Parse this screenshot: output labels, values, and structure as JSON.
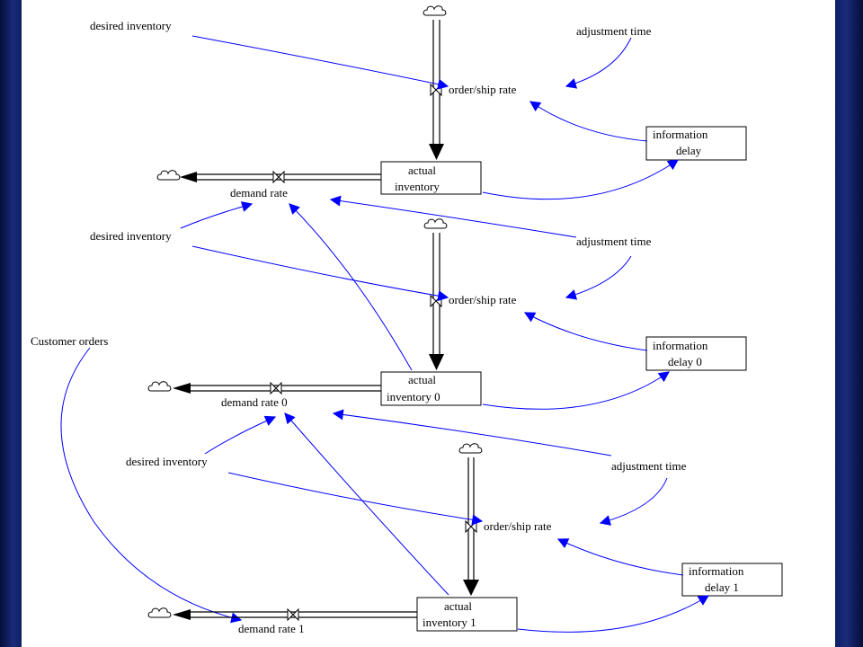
{
  "labels": {
    "desired_inventory_a": "desired inventory",
    "desired_inventory_b": "desired inventory",
    "desired_inventory_c": "desired inventory",
    "adjustment_time_a": "adjustment time",
    "adjustment_time_b": "adjustment time",
    "adjustment_time_c": "adjustment time",
    "order_ship_rate_a": "order/ship rate",
    "order_ship_rate_b": "order/ship rate",
    "order_ship_rate_c": "order/ship rate",
    "demand_rate_a": "demand rate",
    "demand_rate_b": "demand rate 0",
    "demand_rate_c": "demand rate 1",
    "customer_orders": "Customer orders"
  },
  "stocks": {
    "actual_inventory_a_1": "actual",
    "actual_inventory_a_2": "inventory",
    "actual_inventory_b_1": "actual",
    "actual_inventory_b_2": "inventory 0",
    "actual_inventory_c_1": "actual",
    "actual_inventory_c_2": "inventory 1",
    "information_delay_a_1": "information",
    "information_delay_a_2": "delay",
    "information_delay_b_1": "information",
    "information_delay_b_2": "delay 0",
    "information_delay_c_1": "information",
    "information_delay_c_2": "delay 1"
  },
  "colors": {
    "link": "#0000ff",
    "flow": "#000000",
    "background": "#ffffff",
    "frame": "#0a1a5c"
  }
}
